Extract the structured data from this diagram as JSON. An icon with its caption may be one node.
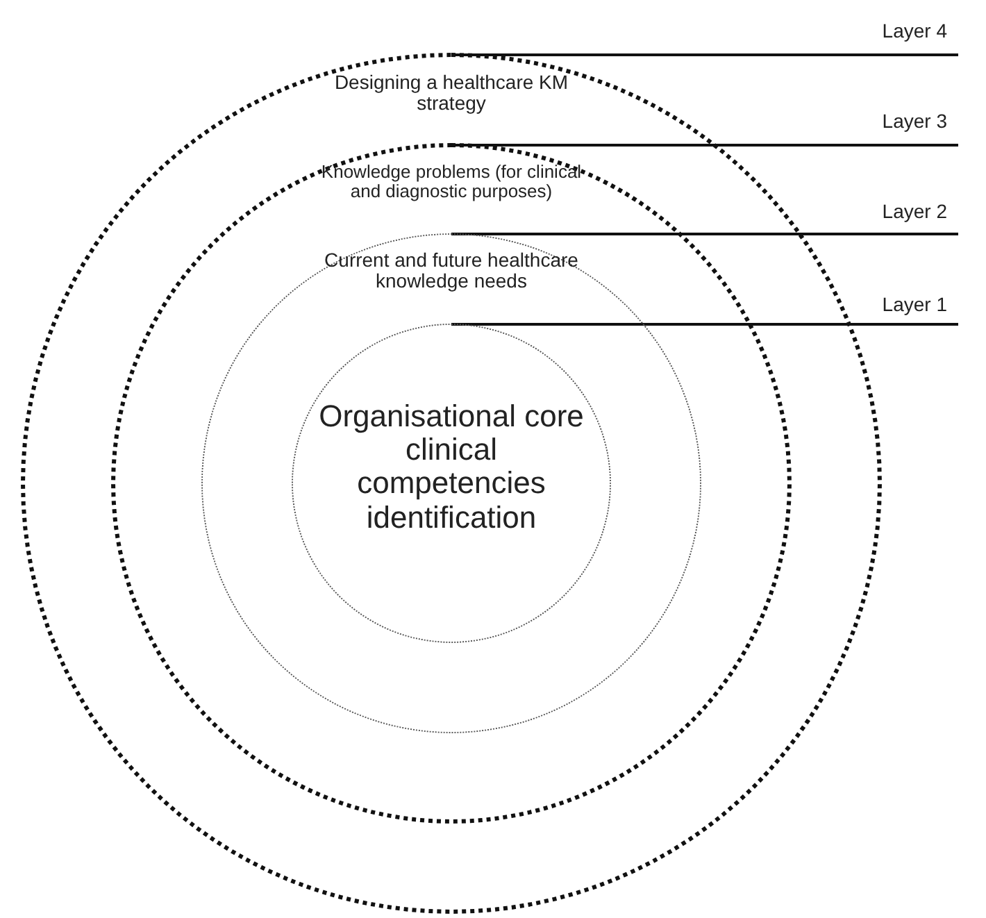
{
  "diagram": {
    "nodes": [
      {
        "text": [
          "Designing a healthcare KM strategy"
        ]
      },
      {
        "text": [
          "Knowledge problems (for clinical and diagnostic purposes)"
        ],
        "in": 0
      },
      {
        "text": [
          "Current and future healthcare knowledge needs"
        ],
        "in": 1
      },
      {
        "text": [
          "Organisational core clinical competencies identification"
        ],
        "in": 2
      },
      {
        "text": [
          "Layer 4"
        ]
      },
      {
        "text": [
          "Layer 3"
        ]
      },
      {
        "text": [
          "Layer 2"
        ]
      },
      {
        "text": [
          "Layer 1"
        ]
      }
    ],
    "edges": [
      {
        "from": 4,
        "to": 0,
        "arrow": "none"
      },
      {
        "from": 5,
        "to": 1,
        "arrow": "none"
      },
      {
        "from": 6,
        "to": 2,
        "arrow": "none"
      },
      {
        "from": 7,
        "to": 3,
        "arrow": "none"
      }
    ]
  }
}
